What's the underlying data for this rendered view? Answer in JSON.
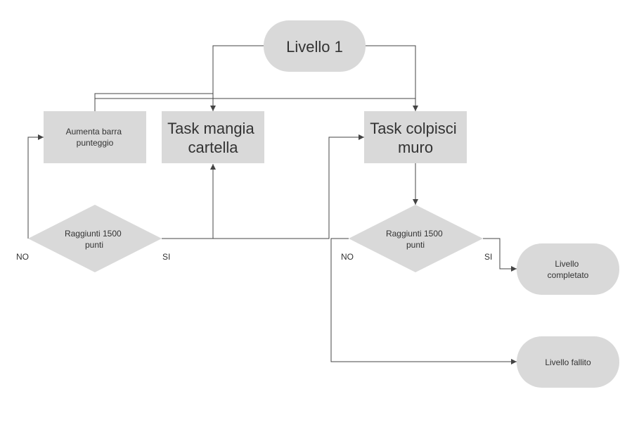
{
  "nodes": {
    "livello1": {
      "text": [
        "Livello 1"
      ]
    },
    "aumenta": {
      "text": [
        "Aumenta barra",
        "punteggio"
      ]
    },
    "task_mangia": {
      "text": [
        "Task mangia",
        "cartella"
      ]
    },
    "task_colpisci": {
      "text": [
        "Task colpisci",
        "muro"
      ]
    },
    "raggiunti_left": {
      "text": [
        "Raggiunti 1500",
        "punti"
      ]
    },
    "raggiunti_right": {
      "text": [
        "Raggiunti 1500",
        "punti"
      ]
    },
    "completato": {
      "text": [
        "Livello",
        "completato"
      ]
    },
    "fallito": {
      "text": [
        "Livello fallito"
      ]
    }
  },
  "edge_labels": {
    "no_left": "NO",
    "si_left": "SI",
    "no_right": "NO",
    "si_right": "SI"
  },
  "colors": {
    "node_fill": "#d9d9d9",
    "line": "#444444",
    "text": "#333333"
  }
}
